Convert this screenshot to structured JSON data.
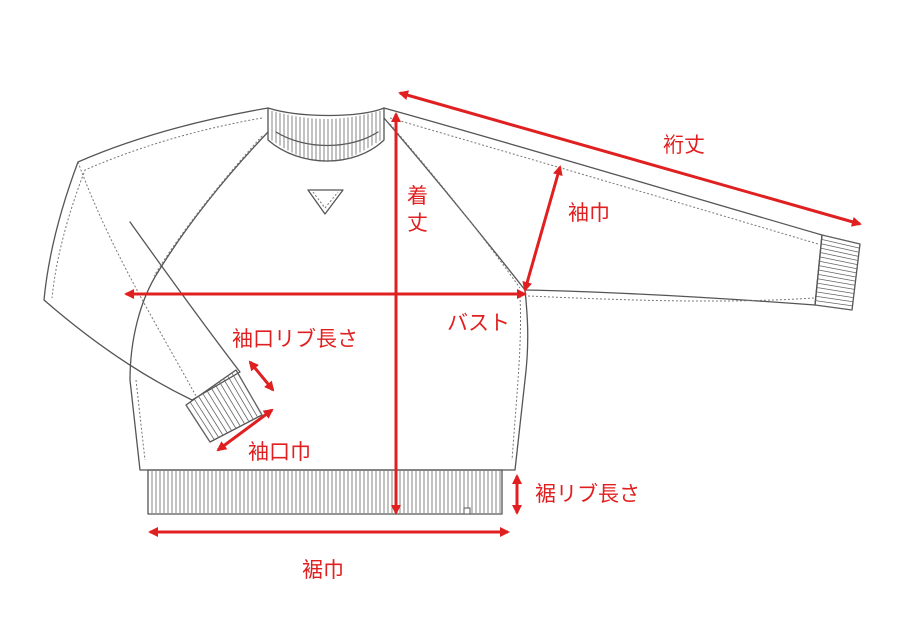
{
  "labels": {
    "yuki": "裄丈",
    "sodehaba": "袖巾",
    "kitake_1": "着",
    "kitake_2": "丈",
    "bust": "バスト",
    "sodeguchi_rib": "袖口リブ長さ",
    "sodeguchi_haba": "袖口巾",
    "suso_rib": "裾リブ長さ",
    "suso_haba": "裾巾"
  },
  "colors": {
    "measure": "#e02020",
    "outline": "#555555",
    "background": "#ffffff"
  }
}
